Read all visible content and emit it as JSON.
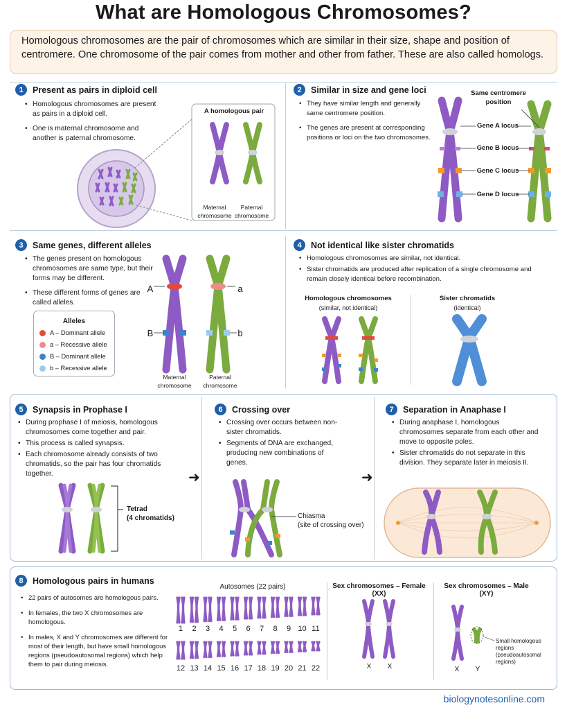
{
  "title": "What are Homologous Chromosomes?",
  "intro": "Homologous chromosomes are the pair of chromosomes which are similar in their size, shape and position of centromere. One chromosome of the pair comes from mother and other from father. These are also called homologs.",
  "s1": {
    "num": "1",
    "title": "Present as pairs in diploid cell",
    "b1": "Homologous chromosomes are present as pairs in a diploid cell.",
    "b2": "One is maternal chromosome and another is paternal chromosome.",
    "pair_label": "A homologous pair",
    "maternal": "Maternal chromosome",
    "paternal": "Paternal chromosome"
  },
  "s2": {
    "num": "2",
    "title": "Similar in size and gene loci",
    "b1": "They have similar length and generally same centromere position.",
    "b2": "The genes are present at corresponding positions or loci on the two chromosomes.",
    "centromere": "Same centromere position",
    "geneA": "Gene A locus",
    "geneB": "Gene B locus",
    "geneC": "Gene C locus",
    "geneD": "Gene D locus"
  },
  "s3": {
    "num": "3",
    "title": "Same genes, different alleles",
    "b1": "The genes present on homologous chromosomes are same type, but their forms may be different.",
    "b2": "These different forms of genes are called alleles.",
    "legend_title": "Alleles",
    "l1": "A – Dominant allele",
    "l2": "a – Recessive allele",
    "l3": "B – Dominant allele",
    "l4": "b – Recessive allele",
    "A": "A",
    "a": "a",
    "B": "B",
    "b": "b",
    "maternal": "Maternal chromosome",
    "paternal": "Paternal chromosome"
  },
  "s4": {
    "num": "4",
    "title": "Not identical like sister chromatids",
    "b1": "Homologous chromosomes are similar, not identical.",
    "b2": "Sister chromatids are produced after replication of a single chromosome and remain closely identical before recombination.",
    "h1": "Homologous chromosomes",
    "h1sub": "(similar, not identical)",
    "h2": "Sister chromatids",
    "h2sub": "(identical)"
  },
  "s5": {
    "num": "5",
    "title": "Synapsis in Prophase I",
    "b1": "During prophase I of meiosis, homologous chromosomes come together and pair.",
    "b2": "This process is called synapsis.",
    "b3": "Each chromosome already consists of two chromatids, so the pair has four chromatids together.",
    "tetrad": "Tetrad",
    "tetrad_sub": "(4 chromatids)"
  },
  "s6": {
    "num": "6",
    "title": "Crossing over",
    "b1": "Crossing over occurs between non-sister chromatids.",
    "b2": "Segments of DNA are exchanged, producing new combinations of genes.",
    "chiasma": "Chiasma",
    "chiasma_sub": "(site of crossing over)"
  },
  "s7": {
    "num": "7",
    "title": "Separation in Anaphase I",
    "b1": "During anaphase I, homologous chromosomes separate from each other and move to opposite poles.",
    "b2": "Sister chromatids do not separate in this division. They separate later in meiosis II."
  },
  "s8": {
    "num": "8",
    "title": "Homologous pairs in humans",
    "b1": "22 pairs of autosomes are homologous pairs.",
    "b2": "In females, the two X chromosomes are homologous.",
    "b3": "In males, X and Y chromosomes are different for most of their length, but have small homologous regions (pseudoautosomal regions) which help them to pair during meiosis.",
    "autosomes": "Autosomes (22 pairs)",
    "female": "Sex chromosomes – Female (XX)",
    "male": "Sex chromosomes – Male (XY)",
    "nums": [
      "1",
      "2",
      "3",
      "4",
      "5",
      "6",
      "7",
      "8",
      "9",
      "10",
      "11",
      "12",
      "13",
      "14",
      "15",
      "16",
      "17",
      "18",
      "19",
      "20",
      "21",
      "22"
    ],
    "x1": "X",
    "x2": "X",
    "x3": "X",
    "y": "Y",
    "small_regions": "Small homologous regions (pseudoautosomal regions)"
  },
  "footer": "biologynotesonline.com",
  "colors": {
    "maternal": "#8e5bc4",
    "paternal": "#7bab3e",
    "accent": "#1f5fa8",
    "dominantA": "#e04b3c",
    "recessiveA": "#f08a8a",
    "dominantB": "#3f82c8",
    "recessiveB": "#9ccbef",
    "orange": "#f39a2e"
  }
}
